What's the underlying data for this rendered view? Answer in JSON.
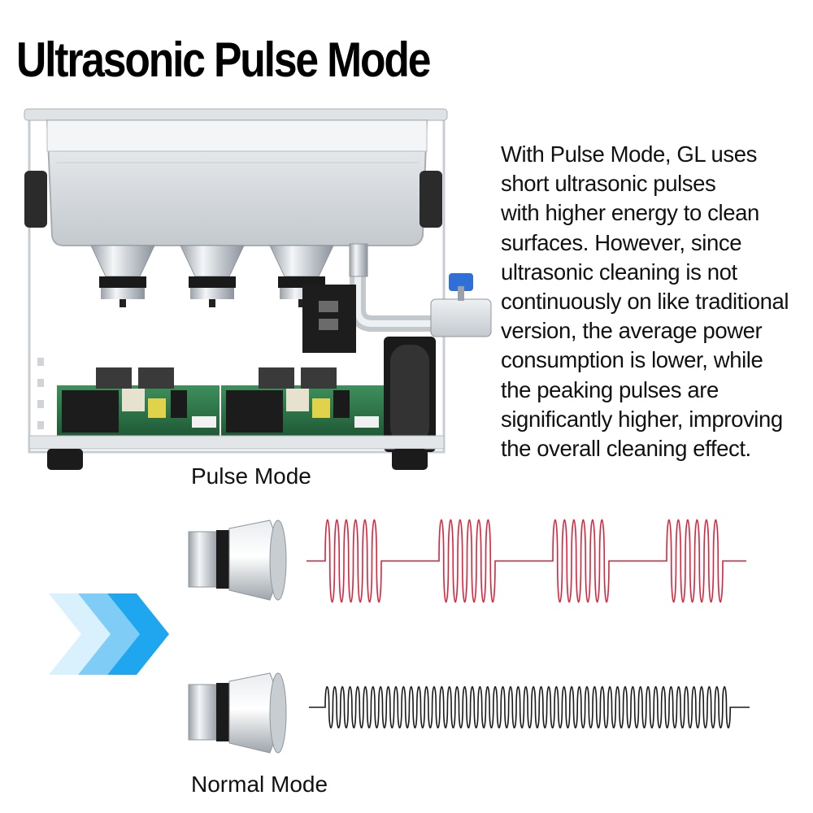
{
  "title": "Ultrasonic Pulse Mode",
  "description_lines": [
    "With Pulse Mode, GL uses",
    "short ultrasonic pulses",
    "with higher energy to clean",
    "surfaces. However, since",
    "ultrasonic cleaning is not",
    "continuously on like traditional",
    "version, the average power",
    "consumption is lower, while",
    "the peaking pulses are",
    "significantly higher, improving",
    "the overall cleaning effect."
  ],
  "modes": {
    "pulse": {
      "label": "Pulse Mode",
      "color": "#d7263d"
    },
    "normal": {
      "label": "Normal Mode",
      "color": "#1a1a1a"
    }
  },
  "colors": {
    "arrow": "#1ea7ee",
    "steel": "#c9ced3"
  },
  "icons": [
    "ultrasonic-cleaner-image",
    "transducer-icon",
    "chevron-arrows-icon"
  ]
}
